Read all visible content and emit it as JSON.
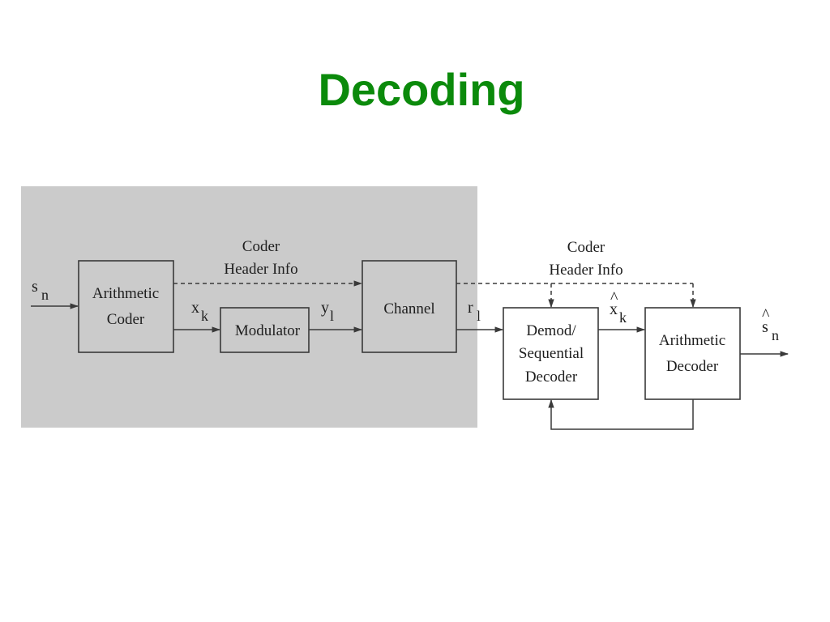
{
  "title": "Decoding",
  "colors": {
    "title": "#0b8a0b",
    "shade": "#cbcbcb",
    "ink": "#1e1e1e"
  },
  "blocks": {
    "arith_coder": [
      "Arithmetic",
      "Coder"
    ],
    "modulator": "Modulator",
    "channel": "Channel",
    "demod": [
      "Demod/",
      "Sequential",
      "Decoder"
    ],
    "arith_decoder": [
      "Arithmetic",
      "Decoder"
    ]
  },
  "header_info_left": [
    "Coder",
    "Header Info"
  ],
  "header_info_right": [
    "Coder",
    "Header Info"
  ],
  "signals": {
    "s_n": {
      "base": "s",
      "sub": "n"
    },
    "x_k": {
      "base": "x",
      "sub": "k"
    },
    "y_l": {
      "base": "y",
      "sub": "l"
    },
    "r_l": {
      "base": "r",
      "sub": "l"
    },
    "xhat_k": {
      "base": "x",
      "hat": "^",
      "sub": "k"
    },
    "shat_n": {
      "base": "s",
      "hat": "^",
      "sub": "n"
    }
  }
}
